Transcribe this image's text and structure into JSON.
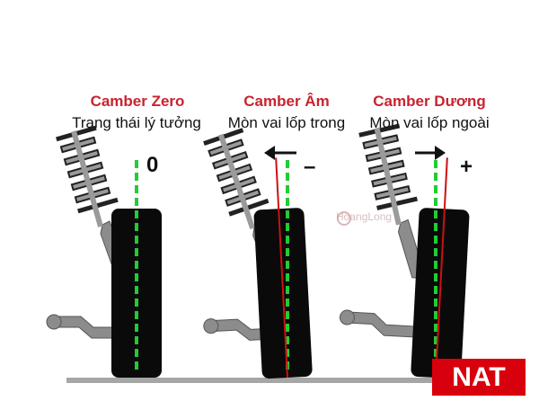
{
  "panels": [
    {
      "title": "Camber Zero",
      "subtitle": "Trạng thái lý tưởng",
      "sign": "0",
      "tilt_deg": 0
    },
    {
      "title": "Camber Âm",
      "subtitle": "Mòn vai lốp trong",
      "sign": "–",
      "tilt_deg": -3,
      "arrow": "left"
    },
    {
      "title": "Camber Dương",
      "subtitle": "Mòn vai lốp ngoài",
      "sign": "+",
      "tilt_deg": 3,
      "arrow": "right"
    }
  ],
  "watermark": "HoangLong",
  "badge": "NAT",
  "colors": {
    "title": "#c8232f",
    "centerline": "#22cc33",
    "camber_line": "#cc1111",
    "tire": "#0a0a0a",
    "ground": "#a6a6a6",
    "badge": "#d8000c"
  }
}
